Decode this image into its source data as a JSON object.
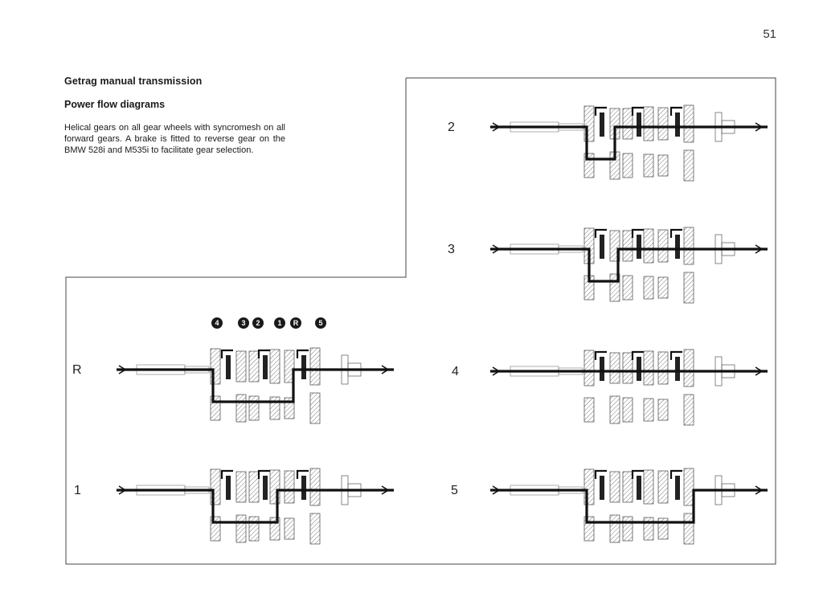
{
  "page": {
    "number": "51",
    "title": "Getrag manual transmission",
    "subtitle": "Power flow diagrams",
    "body": "Helical gears on all gear wheels with syncromesh on all forward gears. A brake is fitted to reverse gear on the BMW 528i and M535i to facilitate gear selection."
  },
  "callouts": [
    "4",
    "3",
    "2",
    "1",
    "R",
    "5"
  ],
  "diagrams": [
    {
      "label": "2",
      "flow": "2"
    },
    {
      "label": "3",
      "flow": "3"
    },
    {
      "label": "R",
      "flow": "R"
    },
    {
      "label": "4",
      "flow": "4"
    },
    {
      "label": "1",
      "flow": "1"
    },
    {
      "label": "5",
      "flow": "5"
    }
  ]
}
